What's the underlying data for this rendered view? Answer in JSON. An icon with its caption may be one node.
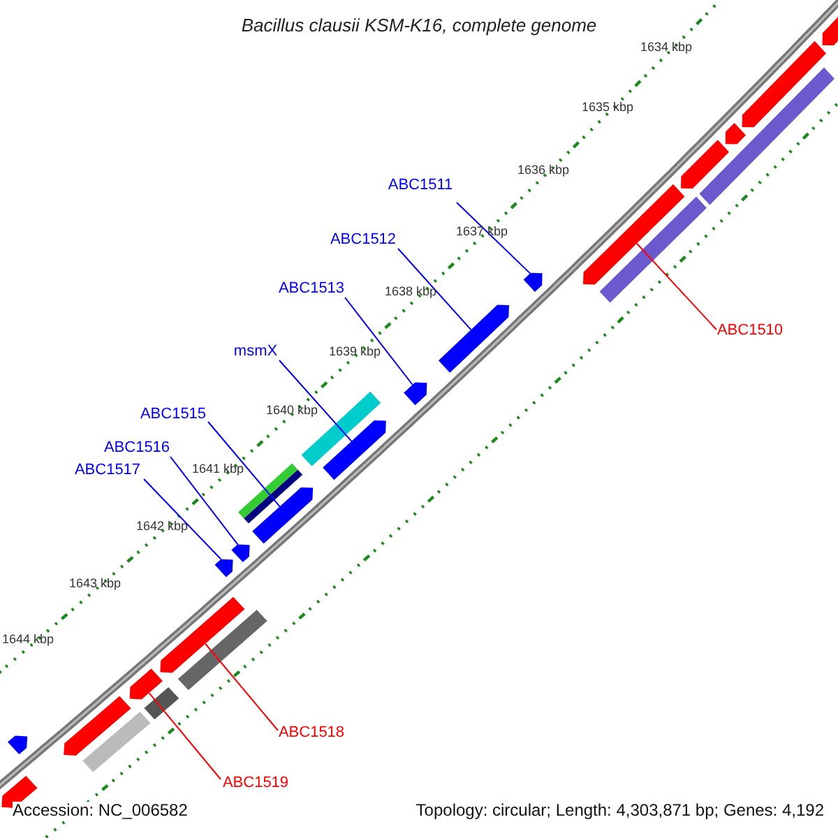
{
  "diagram": {
    "title": "Bacillus clausii KSM-K16, complete genome",
    "nodes": [
      {
        "text": [
          "ABC1511"
        ]
      },
      {
        "text": [
          "ABC1512"
        ]
      },
      {
        "text": [
          "ABC1513"
        ]
      },
      {
        "text": [
          "ABC1510"
        ]
      },
      {
        "text": [
          "msmX"
        ]
      },
      {
        "text": [
          "ABC1515"
        ]
      },
      {
        "text": [
          "ABC1516"
        ]
      },
      {
        "text": [
          "ABC1517"
        ]
      },
      {
        "text": [
          "ABC1518"
        ]
      },
      {
        "text": [
          "ABC1519"
        ]
      },
      {
        "text": [],
        "shape": "pentagon"
      },
      {
        "text": [],
        "shape": "pentagon"
      },
      {
        "text": [],
        "shape": "pentagon"
      },
      {
        "text": [],
        "shape": "pentagon"
      },
      {
        "text": [],
        "shape": "pentagon"
      },
      {
        "text": [],
        "shape": "pentagon"
      },
      {
        "text": [],
        "shape": "pentagon"
      },
      {
        "text": [],
        "shape": "pentagon"
      },
      {
        "text": [],
        "shape": "pentagon"
      },
      {
        "text": [],
        "shape": "pentagon"
      },
      {
        "text": [],
        "shape": "pentagon"
      },
      {
        "text": [],
        "shape": "pentagon"
      },
      {
        "text": [],
        "shape": "pentagon"
      },
      {
        "text": [],
        "shape": "pentagon"
      },
      {
        "text": [],
        "shape": "pentagon"
      },
      {
        "text": [],
        "shape": "pentagon"
      },
      {
        "text": [],
        "shape": "pentagon"
      },
      {
        "text": [],
        "shape": "bar"
      },
      {
        "text": [],
        "shape": "bar"
      },
      {
        "text": [],
        "shape": "bar"
      },
      {
        "text": [],
        "shape": "bar"
      },
      {
        "text": [],
        "shape": "bar"
      },
      {
        "text": [],
        "shape": "bar"
      },
      {
        "text": [],
        "shape": "bar"
      }
    ],
    "edges": [
      {
        "from": 0,
        "to": 21,
        "arrow": "none"
      },
      {
        "from": 1,
        "to": 20,
        "arrow": "none"
      },
      {
        "from": 2,
        "to": 19,
        "arrow": "none"
      },
      {
        "from": 3,
        "to": 22,
        "arrow": "none",
        "color": "#ff0000"
      },
      {
        "from": 4,
        "to": 18,
        "arrow": "none"
      },
      {
        "from": 5,
        "to": 17,
        "arrow": "none"
      },
      {
        "from": 6,
        "to": 16,
        "arrow": "none"
      },
      {
        "from": 7,
        "to": 15,
        "arrow": "none"
      },
      {
        "from": 8,
        "to": 14,
        "arrow": "none",
        "color": "#ff0000"
      },
      {
        "from": 9,
        "to": 13,
        "arrow": "none",
        "color": "#ff0000"
      }
    ],
    "labels": [
      "1634 kbp",
      "1635 kbp",
      "1636 kbp",
      "1637 kbp",
      "1638 kbp",
      "1639 kbp",
      "1640 kbp",
      "1641 kbp",
      "1642 kbp",
      "1643 kbp",
      "1644 kbp",
      "Accession: NC_006582",
      "Topology: circular; Length: 4,303,871 bp; Genes: 4,192"
    ]
  }
}
